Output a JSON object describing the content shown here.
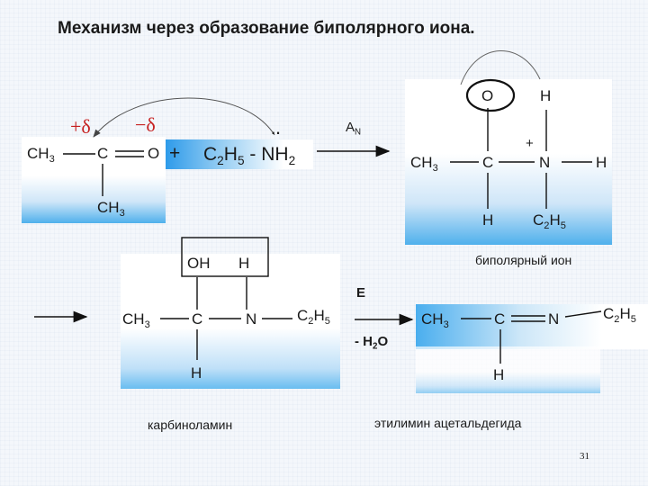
{
  "title": "Механизм через образование биполярного иона.",
  "reactant": {
    "delta_plus": "+δ",
    "delta_minus": "−δ",
    "ch3_left": "CH",
    "ch3_left_sub": "3",
    "carbon": "C",
    "oxygen": "O",
    "plus": "+",
    "amine_c": "C",
    "amine_c_sub": "2",
    "amine_h": "H",
    "amine_h_sub": "5",
    "amine_dash": "-",
    "amine_n": "N",
    "amine_h2": "H",
    "amine_h2_sub": "2",
    "lone_pair": "··",
    "ch3_bottom": "CH",
    "ch3_bottom_sub": "3"
  },
  "arrow1_label": "A",
  "arrow1_label_sub": "N",
  "bipolar": {
    "o": "O",
    "h_top": "H",
    "ch3": "CH",
    "ch3_sub": "3",
    "c": "C",
    "n": "N",
    "h_right": "H",
    "plus": "+",
    "h_bottom": "H",
    "c2h5_c": "C",
    "c2h5_c_sub": "2",
    "c2h5_h": "H",
    "c2h5_h_sub": "5",
    "caption": "биполярный ион"
  },
  "carbinol": {
    "oh": "OH",
    "h_top": "H",
    "ch3": "CH",
    "ch3_sub": "3",
    "c": "C",
    "n": "N",
    "c2h5_c": "C",
    "c2h5_c_sub": "2",
    "c2h5_h": "H",
    "c2h5_h_sub": "5",
    "h_bottom": "H",
    "caption": "карбиноламин"
  },
  "arrow2_label_top": "E",
  "arrow2_label_bottom": "- H",
  "arrow2_label_bottom_sub": "2",
  "arrow2_label_bottom_end": "O",
  "imine": {
    "ch3": "CH",
    "ch3_sub": "3",
    "c": "C",
    "n": "N",
    "c2h5_c": "C",
    "c2h5_c_sub": "2",
    "c2h5_h": "H",
    "c2h5_h_sub": "5",
    "h_bottom": "H",
    "caption": "этилимин ацетальдегида"
  },
  "page_number": "31"
}
